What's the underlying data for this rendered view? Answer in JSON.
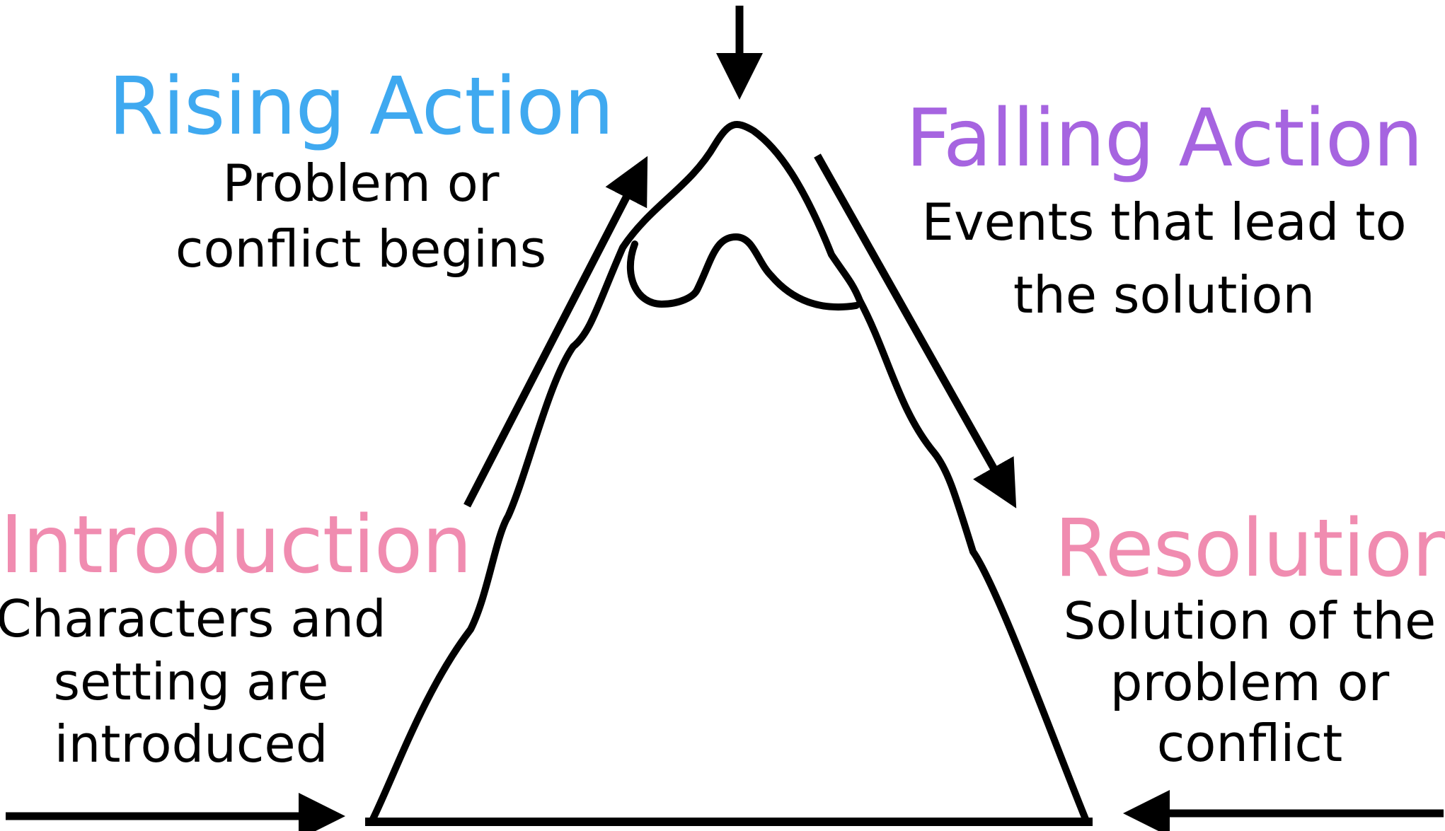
{
  "colors": {
    "introduction": "#F08CB0",
    "rising_action": "#3FA9F0",
    "falling_action": "#A664E0",
    "resolution": "#F08CB0",
    "stroke": "#000000"
  },
  "introduction": {
    "title": "Introduction",
    "description": [
      "Characters and",
      "setting are",
      "introduced"
    ]
  },
  "rising_action": {
    "title": "Rising Action",
    "description": [
      "Problem or",
      "conflict begins"
    ]
  },
  "falling_action": {
    "title": "Falling Action",
    "description": [
      "Events that lead to",
      "the solution"
    ]
  },
  "resolution": {
    "title": "Resolution",
    "description": [
      "Solution of the",
      "problem or",
      "conflict"
    ]
  }
}
